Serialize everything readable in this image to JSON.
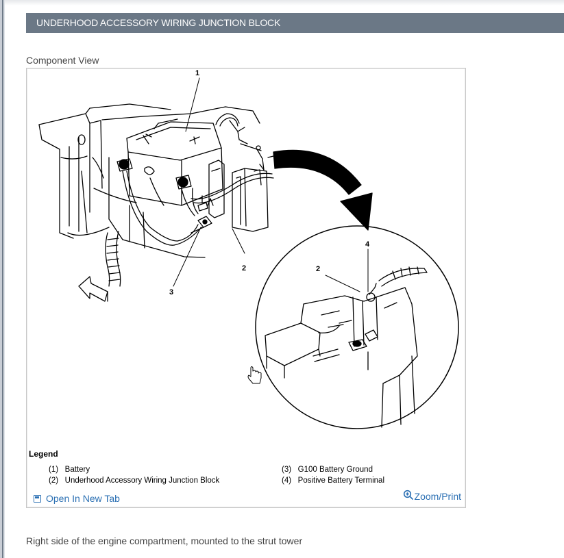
{
  "header": {
    "title": "UNDERHOOD ACCESSORY WIRING JUNCTION BLOCK"
  },
  "figure": {
    "view_label": "Component View",
    "callouts": [
      "1",
      "2",
      "3",
      "2",
      "4"
    ],
    "legend": {
      "title": "Legend",
      "items": [
        {
          "num": "(1)",
          "text": "Battery"
        },
        {
          "num": "(2)",
          "text": "Underhood Accessory Wiring Junction Block"
        },
        {
          "num": "(3)",
          "text": "G100 Battery Ground"
        },
        {
          "num": "(4)",
          "text": "Positive Battery Terminal"
        }
      ]
    },
    "open_tab_label": "Open In New Tab",
    "zoom_label": "Zoom/Print"
  },
  "description": "Right side of the engine compartment, mounted to the strut tower"
}
